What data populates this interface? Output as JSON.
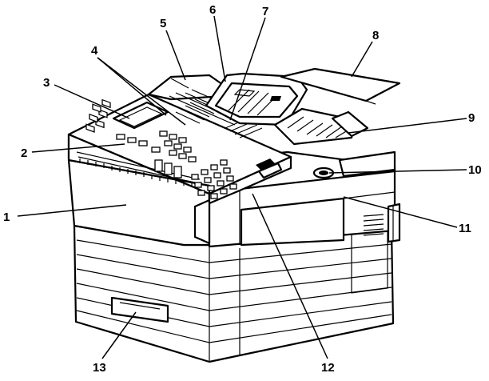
{
  "callouts": [
    {
      "id": "c1",
      "text": "1"
    },
    {
      "id": "c2",
      "text": "2"
    },
    {
      "id": "c3",
      "text": "3"
    },
    {
      "id": "c4",
      "text": "4"
    },
    {
      "id": "c5",
      "text": "5"
    },
    {
      "id": "c6",
      "text": "6"
    },
    {
      "id": "c7",
      "text": "7"
    },
    {
      "id": "c8",
      "text": "8"
    },
    {
      "id": "c9",
      "text": "9"
    },
    {
      "id": "c10",
      "text": "10"
    },
    {
      "id": "c11",
      "text": "11"
    },
    {
      "id": "c12",
      "text": "12"
    },
    {
      "id": "c13",
      "text": "13"
    }
  ],
  "colors": {
    "line": "#000000",
    "background": "#ffffff"
  }
}
